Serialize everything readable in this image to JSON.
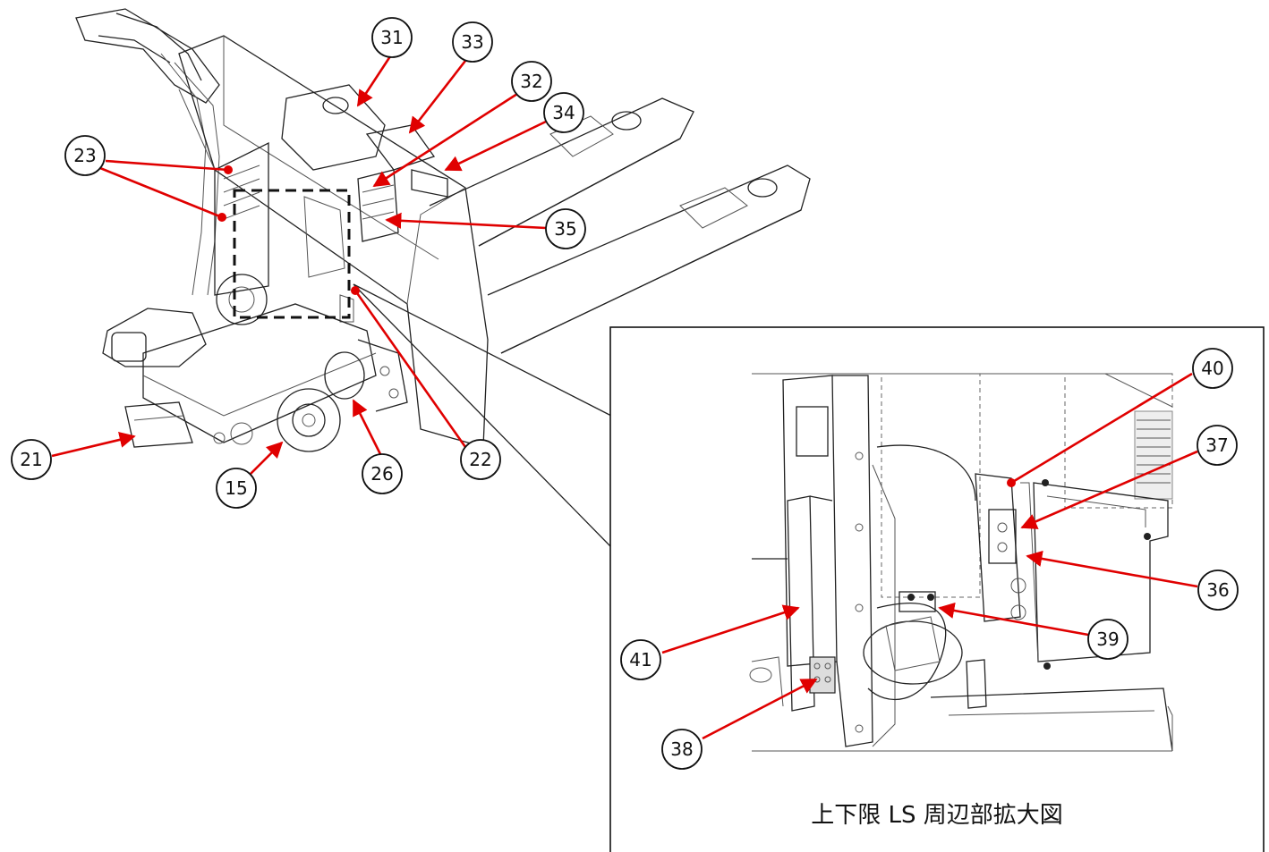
{
  "callouts": {
    "c31": "31",
    "c33": "33",
    "c32": "32",
    "c34": "34",
    "c23": "23",
    "c35": "35",
    "c21": "21",
    "c15": "15",
    "c26": "26",
    "c22": "22",
    "c40": "40",
    "c37": "37",
    "c36": "36",
    "c39": "39",
    "c41": "41",
    "c38": "38"
  },
  "inset": {
    "caption": "上下限 LS 周辺部拡大図"
  },
  "colors": {
    "leader": "#e00000",
    "outline": "#222222"
  }
}
